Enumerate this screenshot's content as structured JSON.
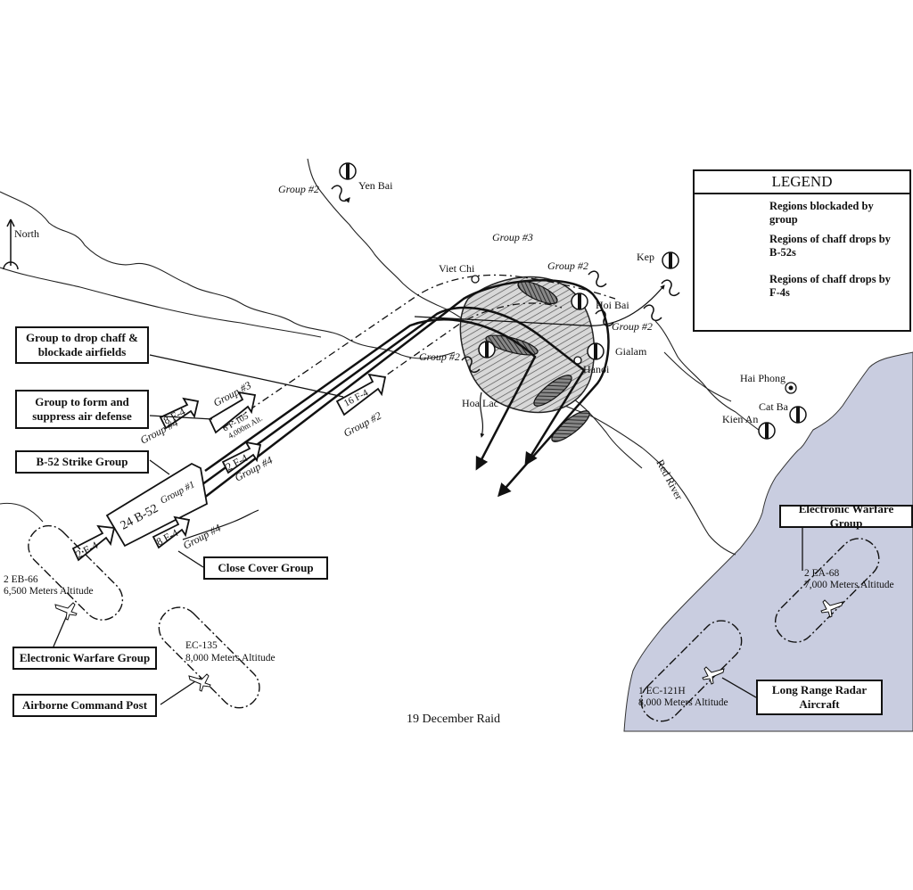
{
  "caption": "19 December Raid",
  "compass": {
    "label": "North"
  },
  "legend": {
    "title": "LEGEND",
    "items": [
      {
        "label": "Regions blockaded by group"
      },
      {
        "label": "Regions of chaff drops by B-52s"
      },
      {
        "label": "Regions of chaff drops by F-4s"
      }
    ]
  },
  "boxes": {
    "chaff_group": "Group to drop chaff & blockade airfields",
    "air_defense_group": "Group to form and suppress air defense",
    "strike_group": "B-52 Strike Group",
    "close_cover": "Close Cover Group",
    "ew_group_left": "Electronic Warfare Group",
    "command_post": "Airborne Command Post",
    "ew_group_right": "Electronic Warfare Group",
    "radar_aircraft": "Long Range Radar Aircraft"
  },
  "places": {
    "yen_bai": "Yen Bai",
    "viet_chi": "Viet Chi",
    "kep": "Kep",
    "hoi_bai": "Hoi Bai",
    "gialam": "Gialam",
    "hanoi": "Hanoi",
    "hoa_lac": "Hoa Lac",
    "hai_phong": "Hai Phong",
    "cat_ba": "Cat Ba",
    "kien_an": "Kien An",
    "red_river": "Red River"
  },
  "groups": {
    "g2_yen_bai": "Group #2",
    "g3_top": "Group #3",
    "g2_kep": "Group #2",
    "g2_hoi_bai": "Group #2",
    "g2_hoa_lac": "Group #2",
    "g2_f4": "Group #2",
    "g3_f105": "Group #3",
    "g4_upper": "Group #4",
    "g4_mid": "Group #4",
    "g1": "Group #1",
    "g4_lower": "Group #4"
  },
  "formations": {
    "f105": "6 F-105",
    "f105_alt": "4,000m Alt.",
    "f4_16": "16 F-4",
    "f4_8_upper": "8 F-4",
    "f4_2_mid": "2 F-4",
    "b52_24": "24 B-52",
    "f4_2_lead": "2 F-4",
    "f4_8_lower": "8 F-4"
  },
  "orbits": {
    "eb66": "2 EB-66",
    "eb66_alt": "6,500 Meters Altitude",
    "ec135": "EC-135",
    "ec135_alt": "8,000 Meters Altitude",
    "ea68": "2 EA-68",
    "ea68_alt": "7,000 Meters Altitude",
    "ec121": "1 EC-121H",
    "ec121_alt": "8,000 Meters Altitude"
  },
  "colors": {
    "sea": "#c9cde0",
    "ink": "#111111"
  }
}
